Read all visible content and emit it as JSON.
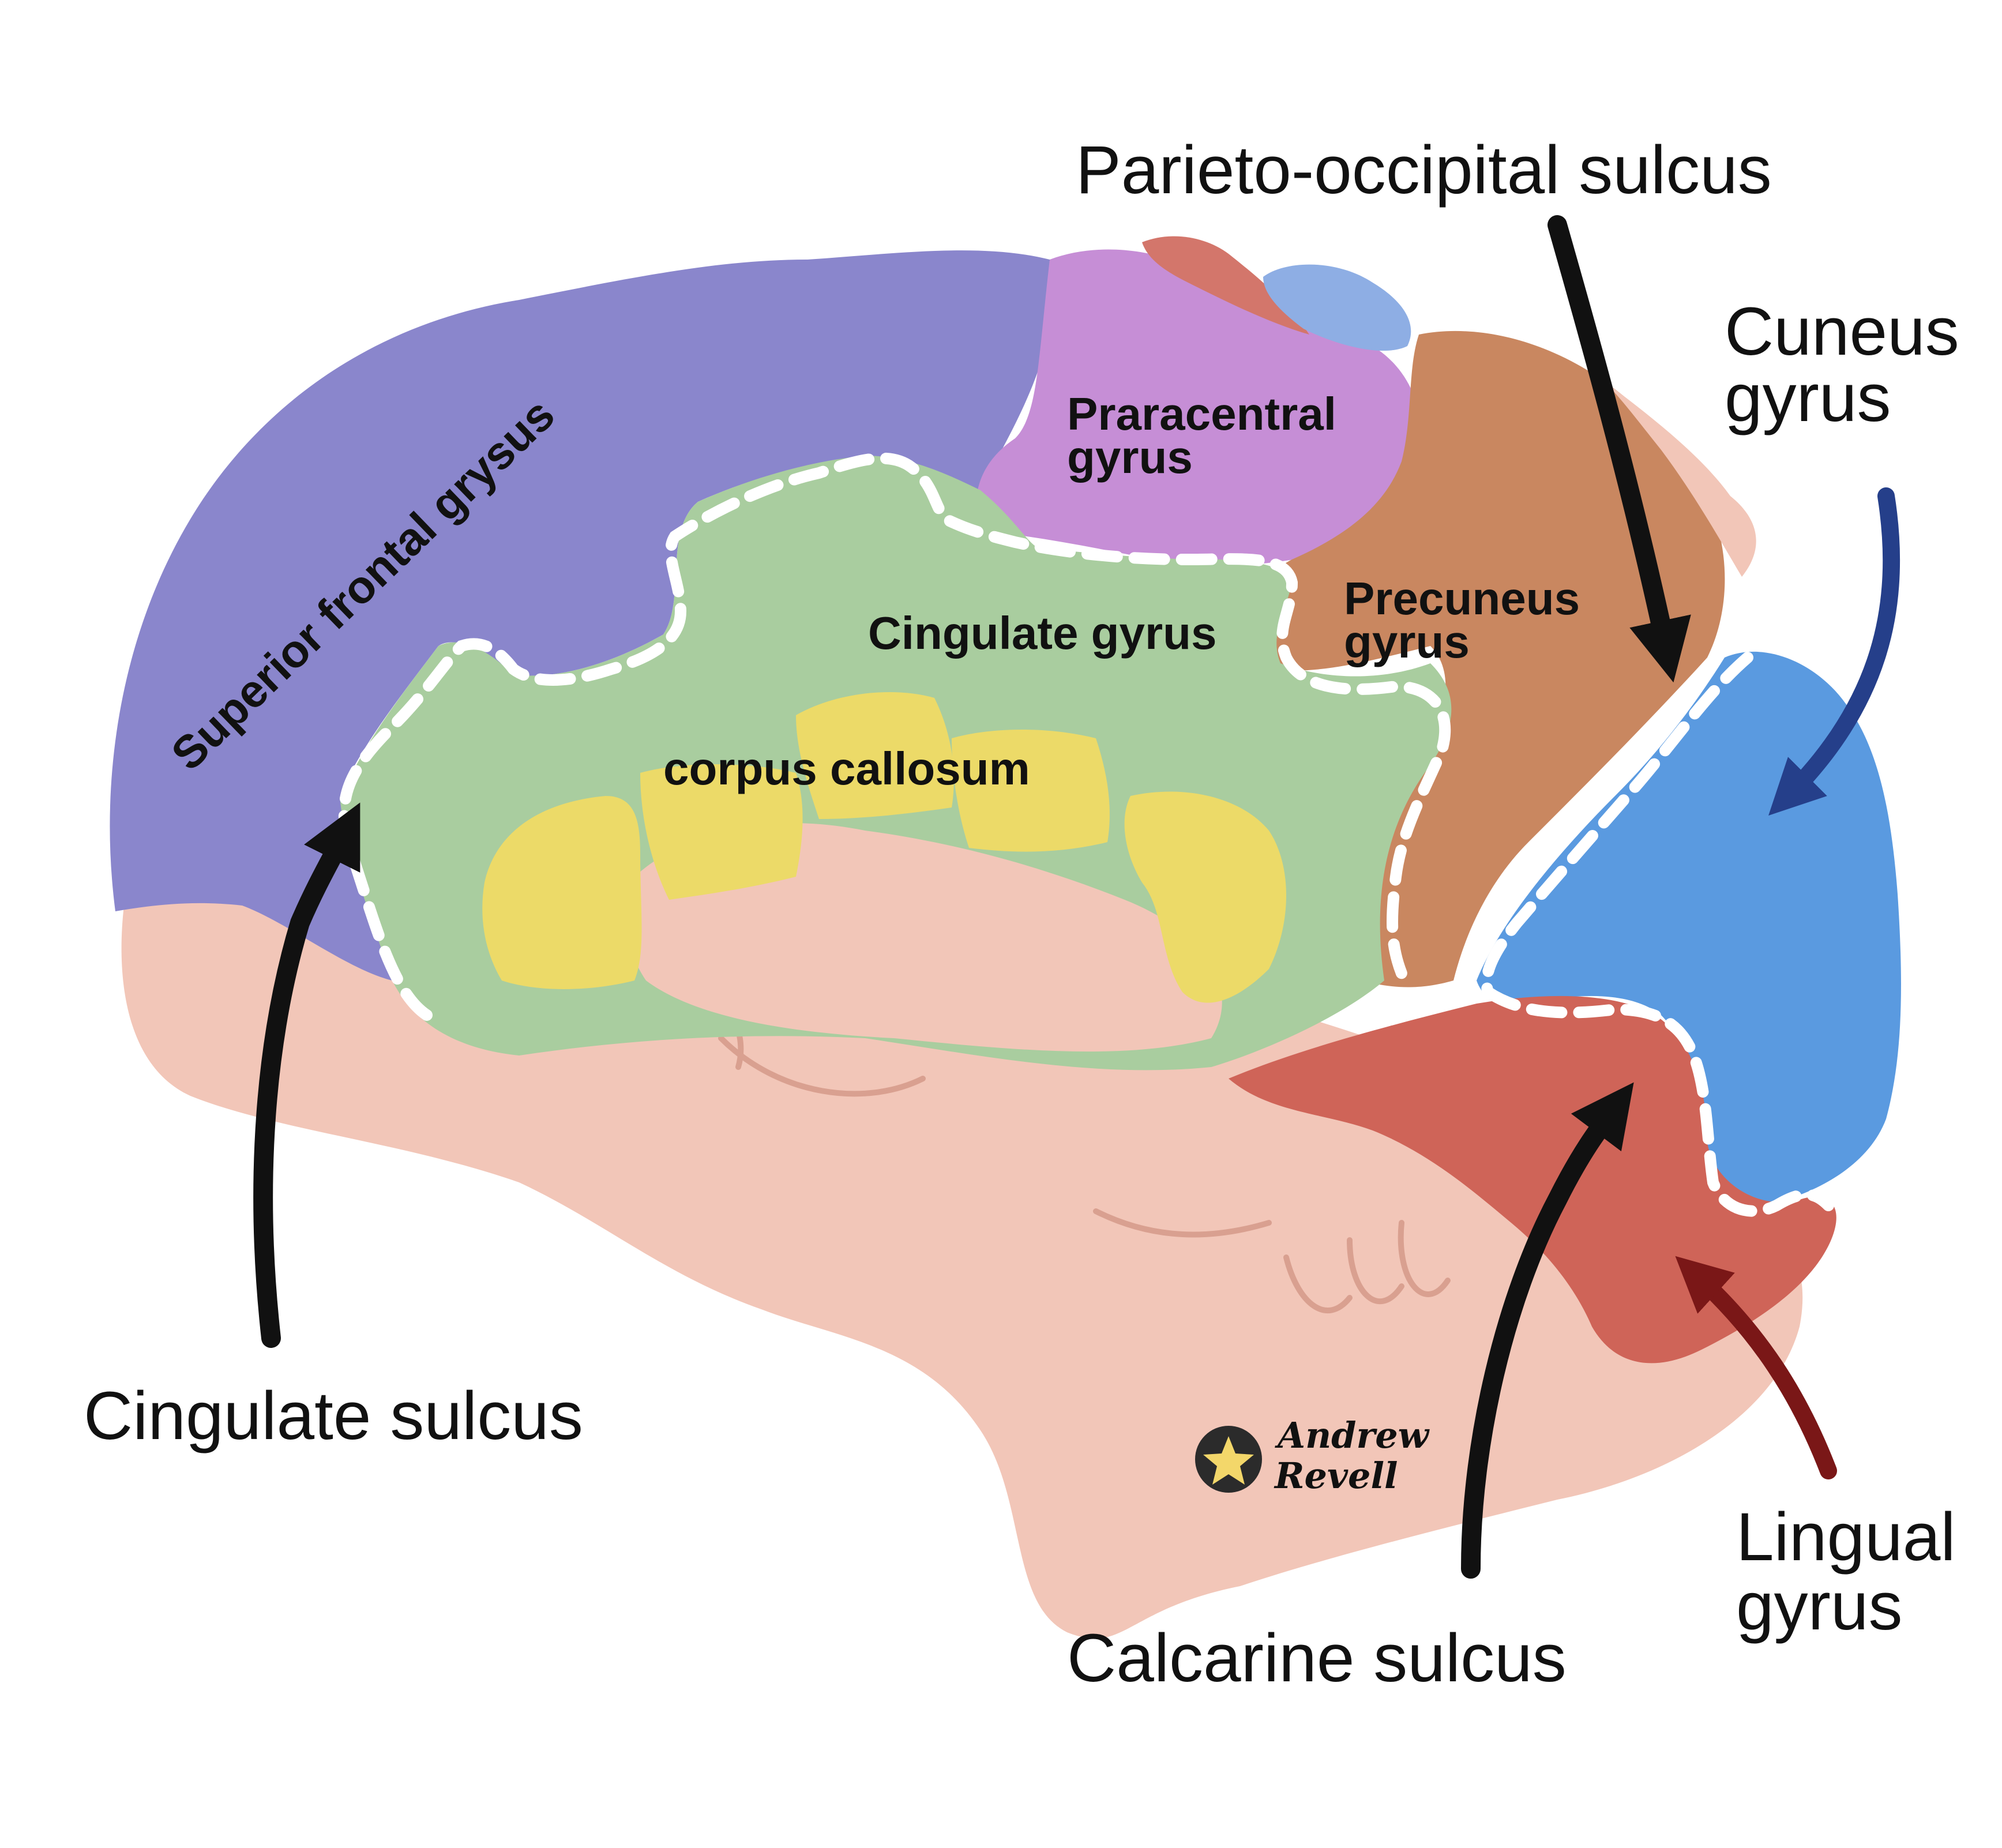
{
  "colors": {
    "background": "#ffffff",
    "superior_frontal": "#8a86cc",
    "paracentral": "#c68ed6",
    "precuneus": "#c98760",
    "cuneus": "#5a9ae0",
    "lingual": "#cf6458",
    "cingulate": "#a9cd9f",
    "corpus_callosum": "#ecda68",
    "brainstem": "#f2c6b8",
    "arrow_black": "#111111",
    "arrow_cuneus": "#253f8a",
    "arrow_lingual": "#7a1717",
    "dashed_outline": "#ffffff"
  },
  "callouts": {
    "parieto_occipital": [
      "Parieto-occipital sulcus"
    ],
    "cuneus": [
      "Cuneus",
      "gyrus"
    ],
    "cingulate_sulcus": [
      "Cingulate sulcus"
    ],
    "calcarine": [
      "Calcarine sulcus"
    ],
    "lingual": [
      "Lingual",
      "gyrus"
    ]
  },
  "regions": {
    "superior_frontal": [
      "Superior frontal grysus"
    ],
    "paracentral": [
      "Praracentral",
      "gyrus"
    ],
    "precuneus": [
      "Precuneus",
      "gyrus"
    ],
    "cingulate": [
      "Cingulate gyrus"
    ],
    "corpus_callosum": [
      "corpus callosum"
    ]
  },
  "signature": {
    "line1": "Andrew",
    "line2": "Revell",
    "icon": "star-crown-icon"
  }
}
